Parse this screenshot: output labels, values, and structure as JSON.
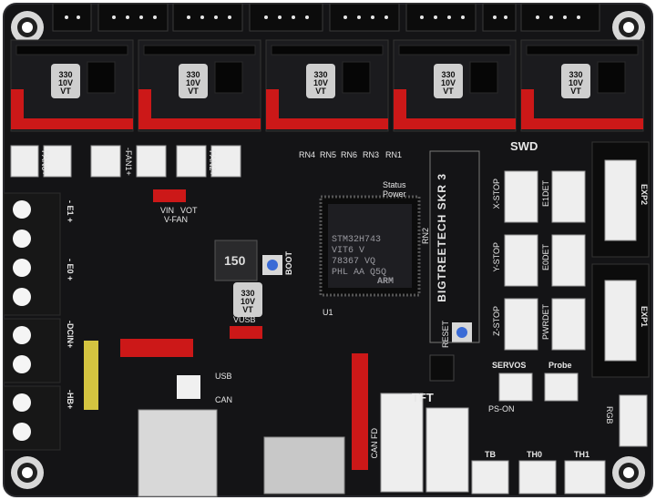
{
  "board": {
    "mcu": {
      "lines": [
        "STM32H743",
        "VIT6      V",
        "78367 VQ",
        "PHL  AA  Q5Q"
      ],
      "arm": "ARM"
    },
    "brand": "BIGTREETECH SKR 3",
    "labels": {
      "swd": "SWD",
      "rn4": "RN4",
      "rn5": "RN5",
      "rn6": "RN6",
      "rn3": "RN3",
      "rn1": "RN1",
      "rn2": "RN2",
      "status": "Status",
      "power": "Power",
      "boot": "BOOT",
      "reset": "RESET",
      "u1": "U1",
      "usb": "USB",
      "can": "CAN",
      "can_fd": "CAN FD",
      "tft": "TFT",
      "servos": "SERVOS",
      "probe": "Probe",
      "ps_on": "PS-ON",
      "tb": "TB",
      "th0": "TH0",
      "th1": "TH1",
      "rgb": "RGB",
      "exp1": "EXP1",
      "exp2": "EXP2",
      "vin": "VIN",
      "vot": "VOT",
      "v_fan": "V-FAN",
      "vusb": "VUSB",
      "x_stop": "X-STOP",
      "y_stop": "Y-STOP",
      "z_stop": "Z-STOP",
      "e1det": "E1DET",
      "e0det": "E0DET",
      "pwrdet": "PWRDET",
      "fan0": "-FAN0+",
      "fan1": "-FAN1+",
      "fan2": "-FAN2+",
      "e1": "- E1 +",
      "e0": "- E0 +",
      "dcin": "-DCIN+",
      "hb": "-HB+"
    },
    "inductor": "150",
    "caps": [
      {
        "v": "330",
        "u": "10V",
        "t": "VT"
      }
    ],
    "colors": {
      "pcb": "#141416",
      "header": "#cc1818",
      "white_conn": "#eeeeee",
      "terminal": "#161616"
    }
  }
}
